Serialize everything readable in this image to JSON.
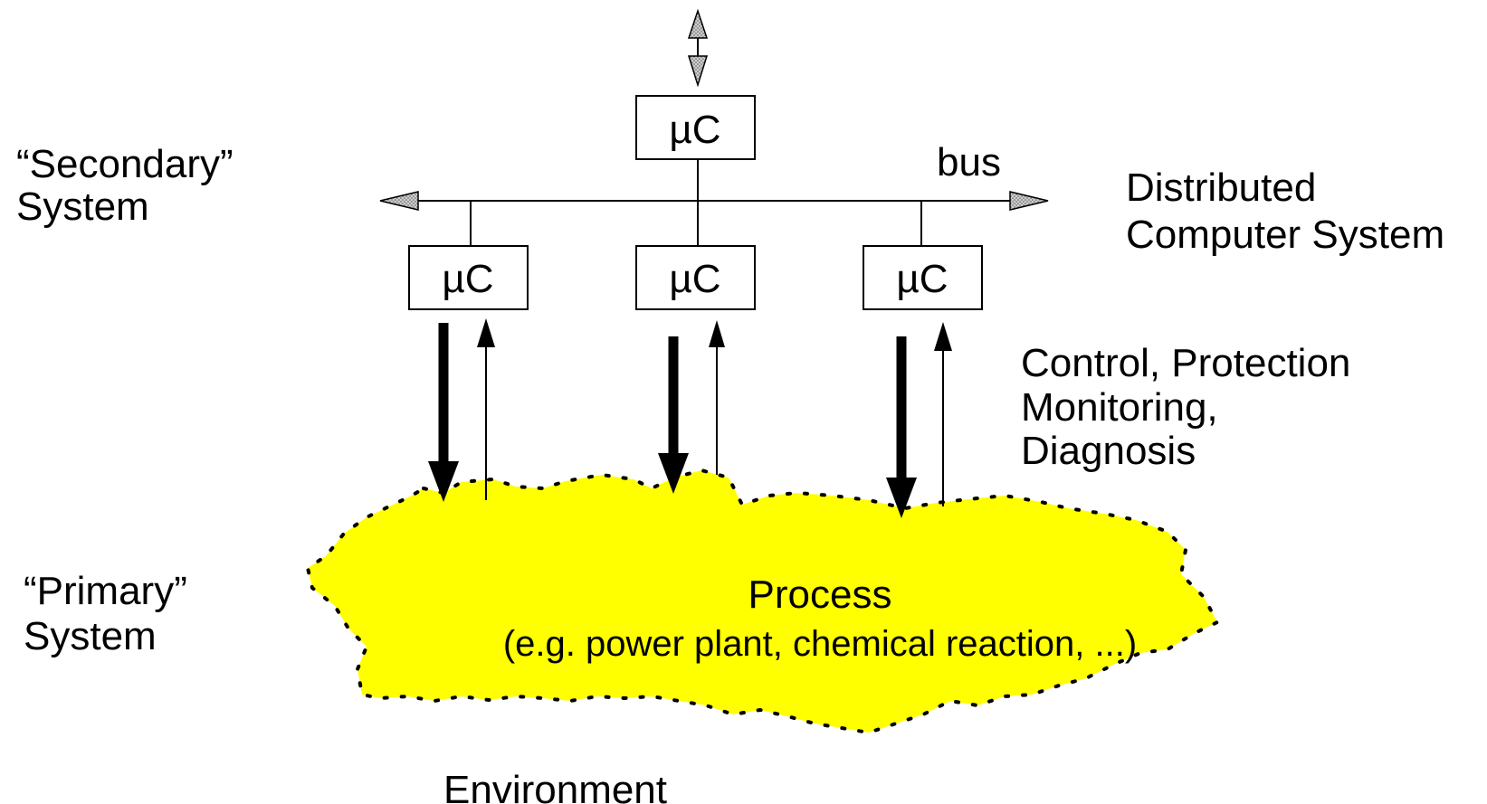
{
  "labels": {
    "secondary_line1": "“Secondary”",
    "secondary_line2": "System",
    "primary_line1": "“Primary”",
    "primary_line2": "System",
    "bus": "bus",
    "distributed_line1": "Distributed",
    "distributed_line2": "Computer System",
    "functions_line1": "Control, Protection",
    "functions_line2": "Monitoring,",
    "functions_line3": "Diagnosis",
    "process_title": "Process",
    "process_subtitle": "(e.g. power plant, chemical reaction, ...)",
    "environment": "Environment"
  },
  "nodes": {
    "top": "µC",
    "left": "µC",
    "middle": "µC",
    "right": "µC"
  },
  "colors": {
    "process_fill": "#ffff00",
    "arrowhead_fill": "#c8c8c8",
    "line": "#000000"
  }
}
